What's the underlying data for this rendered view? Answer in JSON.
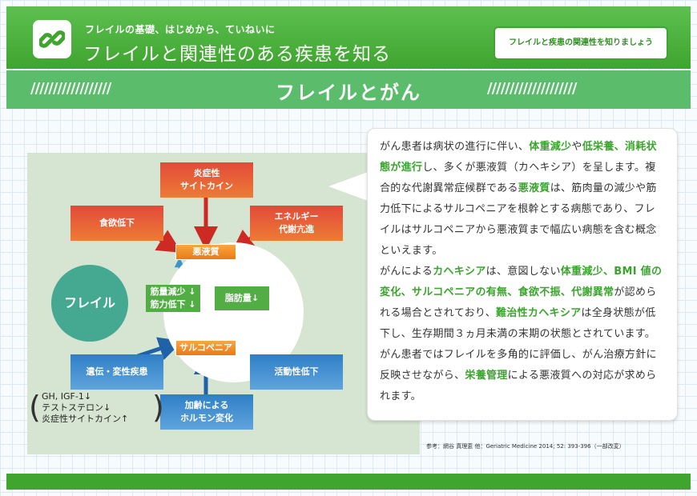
{
  "header": {
    "subtitle": "フレイルの基礎、はじめから、ていねいに",
    "title": "フレイルと関連性のある疾患を知る",
    "badge": "フレイルと疾患の関連性を知りましょう",
    "logo_icon": "chain-link-icon"
  },
  "band": {
    "title": "フレイルとがん",
    "slashes_left": "//////////////////",
    "slashes_right": "////////////////////"
  },
  "diagram": {
    "frailty": "フレイル",
    "top": "炎症性\nサイトカイン",
    "top_left": "食欲低下",
    "top_right": "エネルギー\n代謝亢進",
    "cachexia": "悪液質",
    "sarcopenia": "サルコペニア",
    "inner_left": "筋量減少 ↓\n筋力低下 ↓",
    "inner_right": "脂肪量↓",
    "bottom_left": "遺伝・変性疾患",
    "bottom_right": "活動性低下",
    "bottom": "加齢による\nホルモン変化",
    "notes": [
      "GH, IGF-1↓",
      "テストステロン↓",
      "炎症性サイトカイン↑"
    ]
  },
  "text": {
    "p1": [
      {
        "t": "がん患者は病状の進行に伴い、",
        "h": false
      },
      {
        "t": "体重減少",
        "h": true
      },
      {
        "t": "や",
        "h": false
      },
      {
        "t": "低栄養、消耗状態が進行",
        "h": true
      },
      {
        "t": "し、多くが悪液質（カヘキシア）を呈します。複合的な代謝異常症候群である",
        "h": false
      },
      {
        "t": "悪液質",
        "h": true
      },
      {
        "t": "は、筋肉量の減少や筋力低下によるサルコペニアを根幹とする病態であり、フレイルはサルコペニアから悪液質まで幅広い病態を含む概念といえます。",
        "h": false
      }
    ],
    "p2": [
      {
        "t": "がんによる",
        "h": false
      },
      {
        "t": "カヘキシア",
        "h": true
      },
      {
        "t": "は、意図しない",
        "h": false
      },
      {
        "t": "体重減少、BMI 値の変化、サルコペニアの有無、食欲不振、代謝異常",
        "h": true
      },
      {
        "t": "が認められる場合とされており、",
        "h": false
      },
      {
        "t": "難治性カヘキシア",
        "h": true
      },
      {
        "t": "は全身状態が低下し、生存期間３ヵ月未満の末期の状態とされています。",
        "h": false
      }
    ],
    "p3": [
      {
        "t": "がん患者ではフレイルを多角的に評価し、がん治療方針に反映させながら、",
        "h": false
      },
      {
        "t": "栄養管理",
        "h": true
      },
      {
        "t": "による悪液質への対応が求められます。",
        "h": false
      }
    ]
  },
  "reference": "参考：網谷 真理恵 他：Geriatric Medicine 2014; 52: 393-396（一部改変）",
  "colors": {
    "header_green": "#3fa52f",
    "band_green": "#5bbd6c",
    "highlight": "#3aa52c",
    "red_box": "#e14a3a",
    "blue_box": "#2f7fc6",
    "orange_box": "#f08f2a",
    "frailty_circle": "#44a990"
  }
}
